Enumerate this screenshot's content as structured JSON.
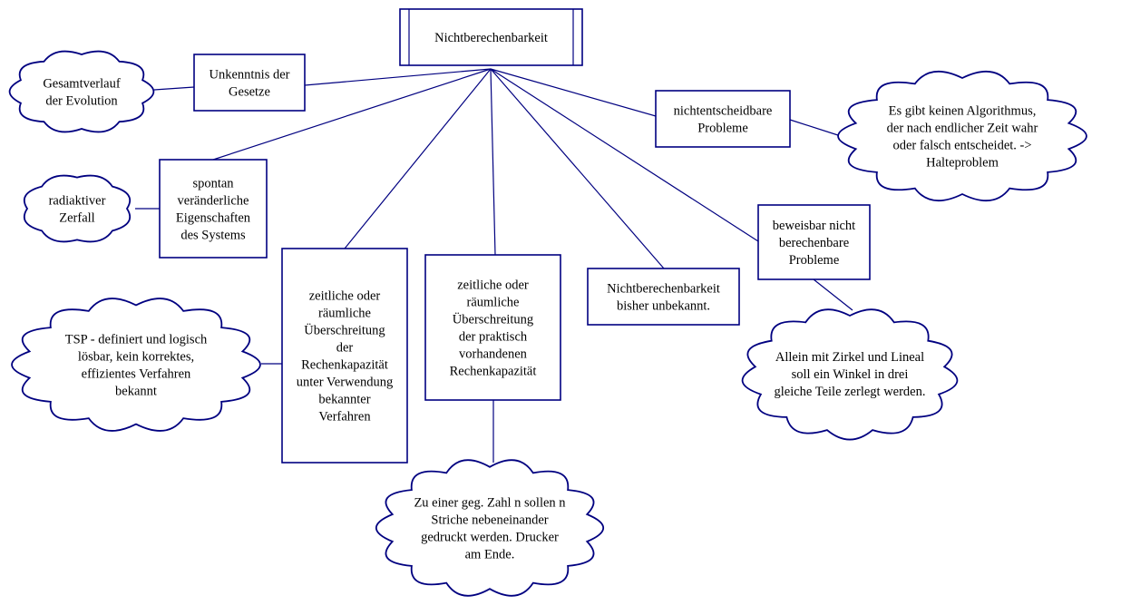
{
  "colors": {
    "line": "#000080",
    "fill": "#ffffff",
    "text": "#000000"
  },
  "root": {
    "lines": [
      "Nichtberechenbarkeit"
    ]
  },
  "categories": [
    {
      "id": "unknown-laws",
      "lines": [
        "Unkenntnis der",
        "Gesetze"
      ]
    },
    {
      "id": "spontaneous-properties",
      "lines": [
        "spontan",
        "veränderliche",
        "Eigenschaften",
        "des Systems"
      ]
    },
    {
      "id": "capacity-known-methods",
      "lines": [
        "zeitliche oder",
        "räumliche",
        "Überschreitung",
        "der",
        "Rechenkapazität",
        "unter Verwendung",
        "bekannter",
        "Verfahren"
      ]
    },
    {
      "id": "capacity-practical",
      "lines": [
        "zeitliche oder",
        "räumliche",
        "Überschreitung",
        "der praktisch",
        "vorhandenen",
        "Rechenkapazität"
      ]
    },
    {
      "id": "unknown-so-far",
      "lines": [
        "Nichtberechenbarkeit",
        "bisher unbekannt."
      ]
    },
    {
      "id": "provably-uncomputable",
      "lines": [
        "beweisbar nicht",
        "berechenbare",
        "Probleme"
      ]
    },
    {
      "id": "undecidable",
      "lines": [
        "nichtentscheidbare",
        "Probleme"
      ]
    }
  ],
  "examples": [
    {
      "id": "evolution",
      "lines": [
        "Gesamtverlauf",
        "der Evolution"
      ]
    },
    {
      "id": "radioactive-decay",
      "lines": [
        "radiaktiver",
        "Zerfall"
      ]
    },
    {
      "id": "tsp",
      "lines": [
        "TSP - definiert und logisch",
        "lösbar, kein korrektes,",
        "effizientes Verfahren",
        "bekannt"
      ]
    },
    {
      "id": "printer",
      "lines": [
        "Zu einer geg. Zahl n sollen n",
        "Striche nebeneinander",
        "gedruckt werden. Drucker",
        "am Ende."
      ]
    },
    {
      "id": "angle-trisection",
      "lines": [
        "Allein mit Zirkel und Lineal",
        "soll ein Winkel in drei",
        "gleiche Teile zerlegt werden."
      ]
    },
    {
      "id": "halting-problem",
      "lines": [
        "Es gibt keinen Algorithmus,",
        "der nach endlicher Zeit wahr",
        "oder falsch entscheidet. ->",
        "Halteproblem"
      ]
    }
  ]
}
